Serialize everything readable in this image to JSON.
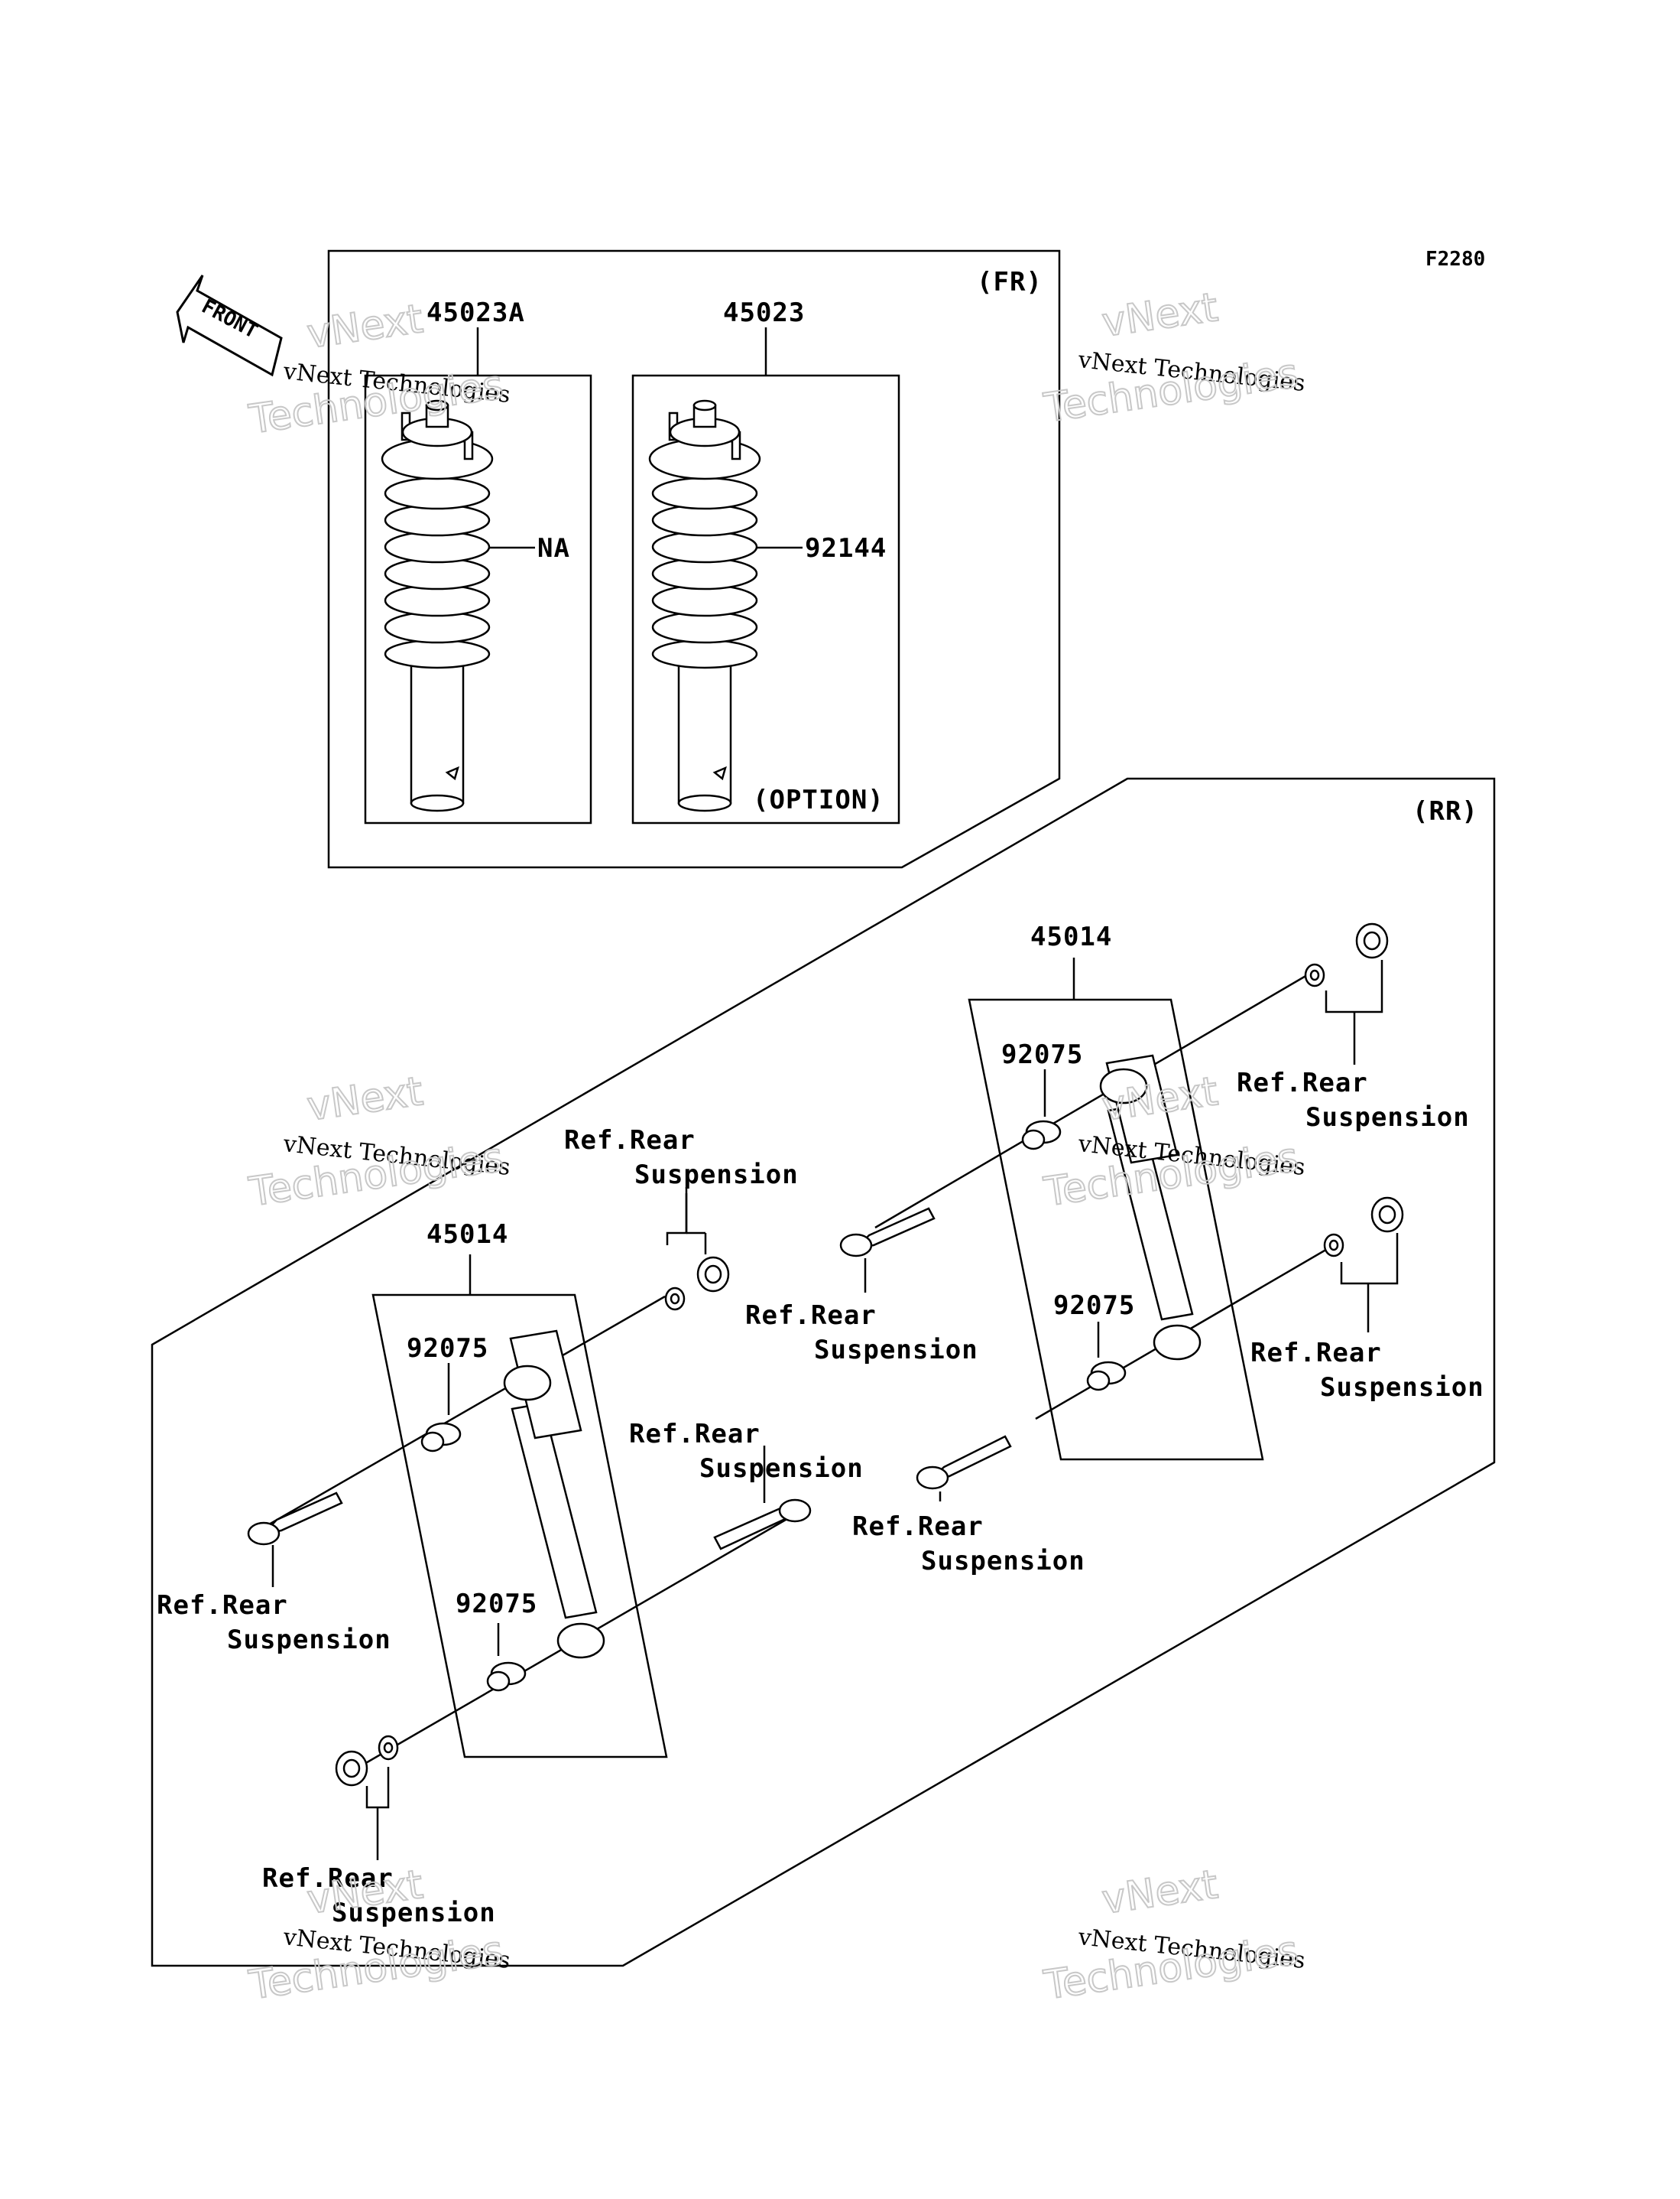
{
  "diagram_code": "F2280",
  "front_arrow": "FRONT",
  "front": {
    "section_label": "(FR)",
    "assembly_a": {
      "part_no": "45023A",
      "spring_label": "NA"
    },
    "assembly_b": {
      "part_no": "45023",
      "spring_label": "92144",
      "note": "(OPTION)"
    }
  },
  "rear": {
    "section_label": "(RR)",
    "left_shock": {
      "part_no": "45014",
      "bushing_top": "92075",
      "bushing_bottom": "92075"
    },
    "right_shock": {
      "part_no": "45014",
      "bushing_top": "92075",
      "bushing_bottom": "92075"
    },
    "ref_line1": "Ref.Rear",
    "ref_line2": "Suspension"
  },
  "watermark": {
    "line1": "vNext Technologies",
    "ghost1": "vNext",
    "ghost2": "Technologies"
  }
}
